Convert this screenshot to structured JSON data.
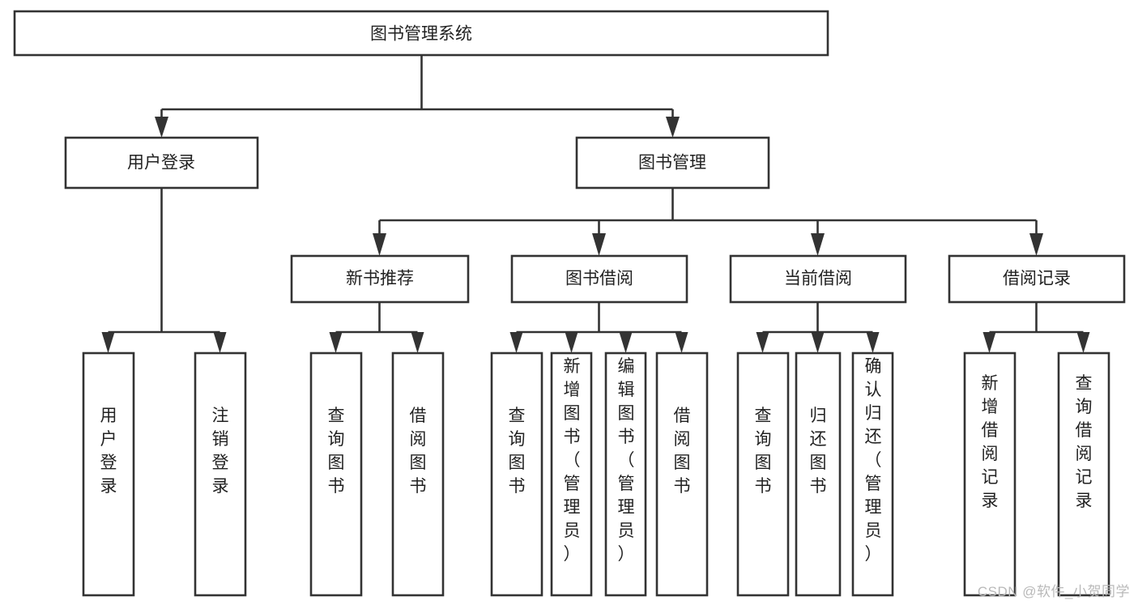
{
  "diagram": {
    "type": "tree-hierarchy",
    "title": "图书管理系统",
    "watermark": "CSDN @软件_小贺同学",
    "colors": {
      "background": "#ffffff",
      "stroke": "#333333",
      "node_fill": "#ffffff",
      "text": "#222222",
      "watermark": "#b9b9b9"
    },
    "nodes": {
      "root": {
        "label": "图书管理系统",
        "orientation": "horizontal"
      },
      "level2": [
        {
          "id": "user-login",
          "label": "用户登录",
          "orientation": "horizontal"
        },
        {
          "id": "book-management",
          "label": "图书管理",
          "orientation": "horizontal"
        }
      ],
      "level3": [
        {
          "id": "new-book-recommend",
          "label": "新书推荐",
          "orientation": "horizontal"
        },
        {
          "id": "book-borrow",
          "label": "图书借阅",
          "orientation": "horizontal"
        },
        {
          "id": "current-borrow",
          "label": "当前借阅",
          "orientation": "horizontal"
        },
        {
          "id": "borrow-record",
          "label": "借阅记录",
          "orientation": "horizontal"
        }
      ],
      "leaves": {
        "user-login": [
          {
            "id": "leaf-user-login",
            "label": "用户登录",
            "orientation": "vertical"
          },
          {
            "id": "leaf-logout-login",
            "label": "注销登录",
            "orientation": "vertical"
          }
        ],
        "new-book-recommend": [
          {
            "id": "leaf-query-book-1",
            "label": "查询图书",
            "orientation": "vertical"
          },
          {
            "id": "leaf-borrow-book-1",
            "label": "借阅图书",
            "orientation": "vertical"
          }
        ],
        "book-borrow": [
          {
            "id": "leaf-query-book-2",
            "label": "查询图书",
            "orientation": "vertical"
          },
          {
            "id": "leaf-add-book",
            "label": "新增图书（管理员）",
            "orientation": "vertical"
          },
          {
            "id": "leaf-edit-book",
            "label": "编辑图书（管理员）",
            "orientation": "vertical"
          },
          {
            "id": "leaf-borrow-book-2",
            "label": "借阅图书",
            "orientation": "vertical"
          }
        ],
        "current-borrow": [
          {
            "id": "leaf-query-book-3",
            "label": "查询图书",
            "orientation": "vertical"
          },
          {
            "id": "leaf-return-book",
            "label": "归还图书",
            "orientation": "vertical"
          },
          {
            "id": "leaf-confirm-return",
            "label": "确认归还（管理员）",
            "orientation": "vertical"
          }
        ],
        "borrow-record": [
          {
            "id": "leaf-add-borrow-record",
            "label": "新增借阅记录",
            "orientation": "vertical"
          },
          {
            "id": "leaf-query-borrow-record",
            "label": "查询借阅记录",
            "orientation": "vertical"
          }
        ]
      }
    },
    "edges": [
      {
        "from": "root",
        "to": "user-login"
      },
      {
        "from": "root",
        "to": "book-management"
      },
      {
        "from": "book-management",
        "to": "new-book-recommend"
      },
      {
        "from": "book-management",
        "to": "book-borrow"
      },
      {
        "from": "book-management",
        "to": "current-borrow"
      },
      {
        "from": "book-management",
        "to": "borrow-record"
      },
      {
        "from": "user-login",
        "to": "leaf-user-login"
      },
      {
        "from": "user-login",
        "to": "leaf-logout-login"
      },
      {
        "from": "new-book-recommend",
        "to": "leaf-query-book-1"
      },
      {
        "from": "new-book-recommend",
        "to": "leaf-borrow-book-1"
      },
      {
        "from": "book-borrow",
        "to": "leaf-query-book-2"
      },
      {
        "from": "book-borrow",
        "to": "leaf-add-book"
      },
      {
        "from": "book-borrow",
        "to": "leaf-edit-book"
      },
      {
        "from": "book-borrow",
        "to": "leaf-borrow-book-2"
      },
      {
        "from": "current-borrow",
        "to": "leaf-query-book-3"
      },
      {
        "from": "current-borrow",
        "to": "leaf-return-book"
      },
      {
        "from": "current-borrow",
        "to": "leaf-confirm-return"
      },
      {
        "from": "borrow-record",
        "to": "leaf-add-borrow-record"
      },
      {
        "from": "borrow-record",
        "to": "leaf-query-borrow-record"
      }
    ]
  }
}
